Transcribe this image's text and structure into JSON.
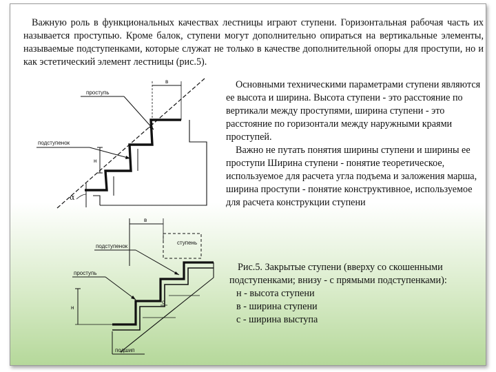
{
  "slide": {
    "intro": "Важную роль в функциональных качествах лестницы играют ступени. Горизонтальная рабочая часть их называется проступью. Кроме балок, ступени могут дополнительно опираться на вертикальные элементы, называемые подступенками, которые служат не только в качестве дополнительной опоры для проступи, но и как эстетический элемент лестницы (рис.5).",
    "params_p1": "Основными техническими параметрами ступени являются ее высота и ширина. Высота ступени - это расстояние по вертикали между проступями, ширина ступени - это расстояние по горизонтали между наружными краями проступей.",
    "params_p2": "Важно не путать понятия ширины ступени и ширины ее проступи Ширина ступени - понятие теоретическое, используемое для расчета угла подъема и заложения марша, ширина проступи - понятие конструктивное, используемое для расчета конструкции ступени",
    "caption": {
      "title": "Рис.5. Закрытые ступени (вверху со скошенными подступенками; внизу - с прямыми подступенками):",
      "items": [
        "н - высота ступени",
        "в - ширина ступени",
        "с - ширина выступа"
      ]
    }
  },
  "figure_top": {
    "labels": {
      "tread": "проступь",
      "riser": "подступенок",
      "width": "в",
      "alpha": "α",
      "height": "н"
    }
  },
  "figure_bottom": {
    "labels": {
      "width": "в",
      "riser": "подступенок",
      "step": "ступень",
      "tread": "проступь",
      "height": "н",
      "overhang": "с",
      "base": "подшип"
    }
  }
}
